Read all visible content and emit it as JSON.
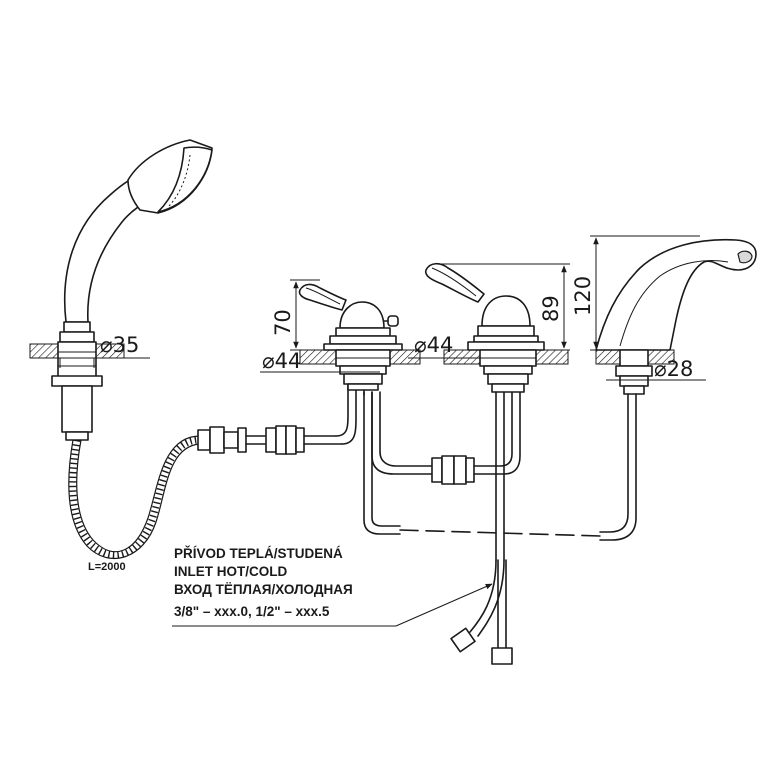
{
  "dimensions": {
    "hand_shower_diameter": "⌀35",
    "valve_left_diameter": "⌀44",
    "valve_left_height": "70",
    "valve_right_diameter": "⌀44",
    "valve_right_height": "89",
    "spout_height": "120",
    "spout_diameter": "⌀28",
    "hose_length": "L=2000"
  },
  "callout": {
    "line1": "PŘÍVOD TEPLÁ/STUDENÁ",
    "line2": "INLET HOT/COLD",
    "line3": "ВХОД ТЁПЛАЯ/ХОЛОДНАЯ",
    "line4": "3/8\" – xxx.0,  1/2\" – xxx.5"
  }
}
